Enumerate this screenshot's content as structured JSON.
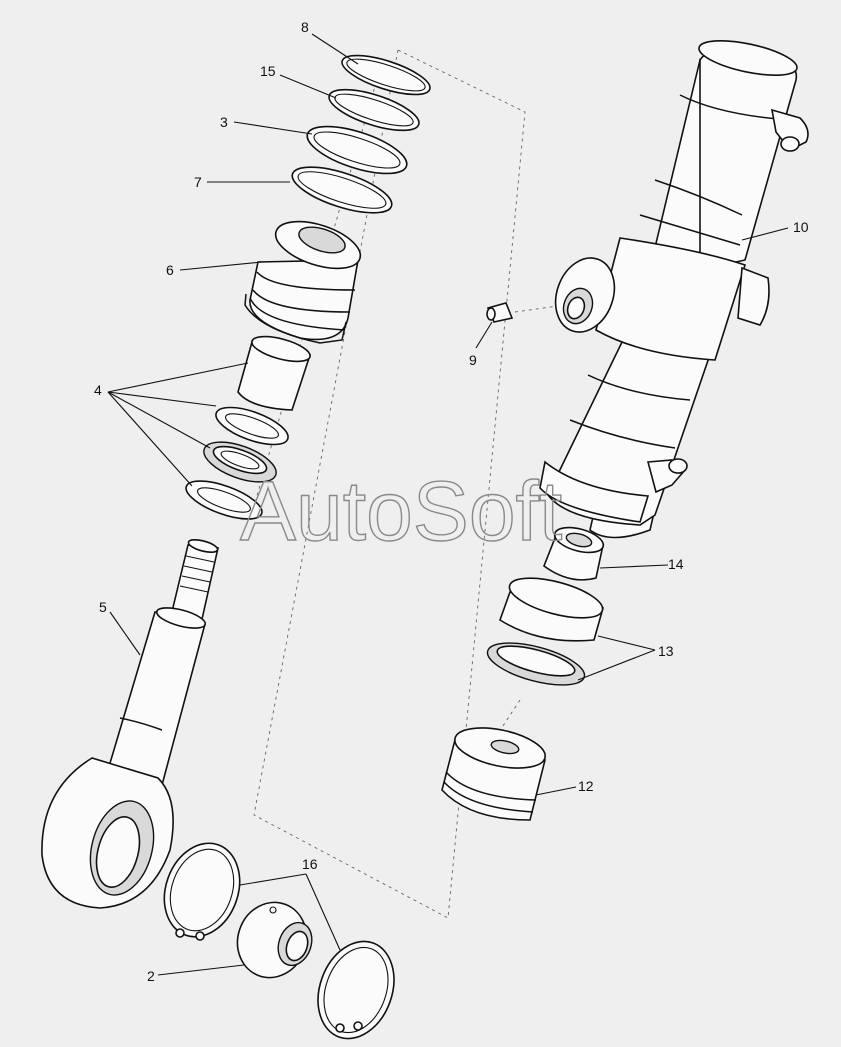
{
  "labels": {
    "l8": "8",
    "l15": "15",
    "l3": "3",
    "l7": "7",
    "l6": "6",
    "l4": "4",
    "l5": "5",
    "l2": "2",
    "l16": "16",
    "l9": "9",
    "l10": "10",
    "l14": "14",
    "l13": "13",
    "l12": "12"
  },
  "watermark": "AutoSoft"
}
